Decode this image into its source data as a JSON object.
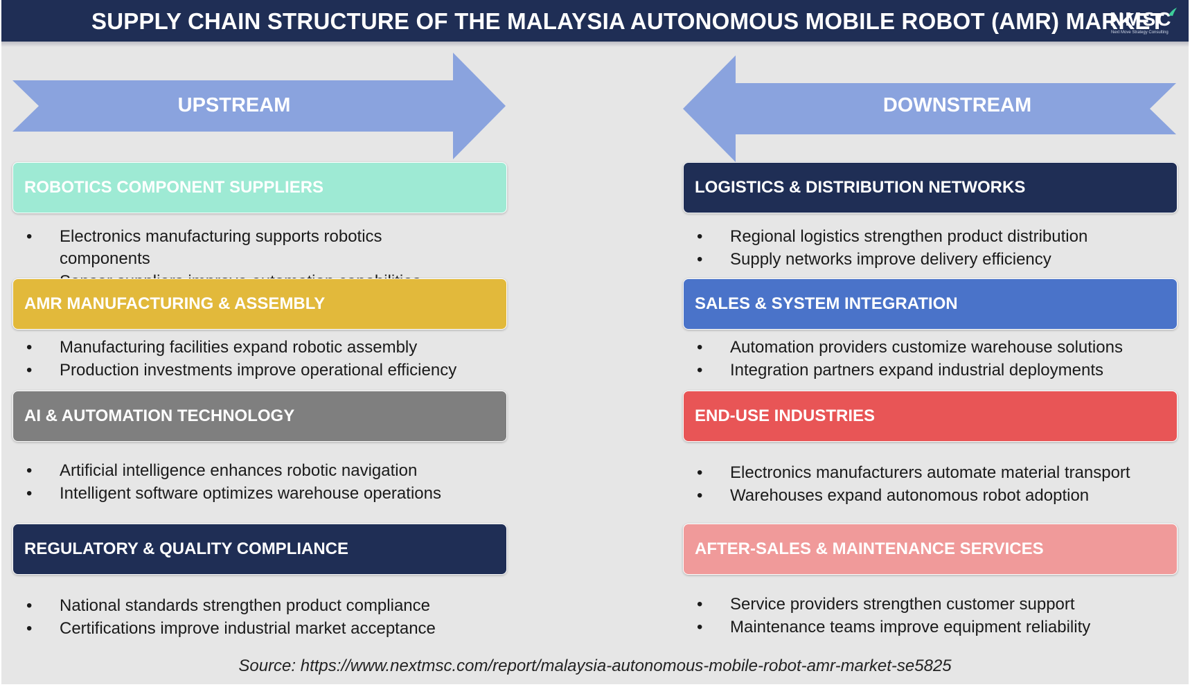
{
  "header": {
    "title": "SUPPLY CHAIN STRUCTURE OF THE MALAYSIA AUTONOMOUS MOBILE ROBOT (AMR) MARKET",
    "logo_text": "NMSC",
    "logo_tagline": "Next Move Strategy Consulting"
  },
  "colors": {
    "header_bg": "#1f2e55",
    "arrow": "#8aa3de",
    "mint": "#9eead4",
    "gold": "#e2b93b",
    "gray": "#7f7f7f",
    "navy": "#1f2e55",
    "blue": "#4a73c9",
    "red": "#e85556",
    "pink": "#f09a9a"
  },
  "upstream": {
    "label": "UPSTREAM",
    "stages": [
      {
        "title": "ROBOTICS COMPONENT SUPPLIERS",
        "bullets": [
          "Electronics manufacturing supports robotics components",
          "Sensor suppliers improve automation capabilities"
        ]
      },
      {
        "title": "AMR MANUFACTURING & ASSEMBLY",
        "bullets": [
          "Manufacturing facilities expand robotic assembly",
          "Production investments improve operational efficiency"
        ]
      },
      {
        "title": "AI & AUTOMATION TECHNOLOGY",
        "bullets": [
          "Artificial intelligence enhances robotic navigation",
          "Intelligent software optimizes warehouse operations"
        ]
      },
      {
        "title": "REGULATORY & QUALITY COMPLIANCE",
        "bullets": [
          "National standards strengthen product compliance",
          "Certifications improve industrial market acceptance"
        ]
      }
    ]
  },
  "downstream": {
    "label": "DOWNSTREAM",
    "stages": [
      {
        "title": "LOGISTICS & DISTRIBUTION NETWORKS",
        "bullets": [
          "Regional logistics strengthen product distribution",
          "Supply networks improve delivery efficiency"
        ]
      },
      {
        "title": "SALES & SYSTEM INTEGRATION",
        "bullets": [
          "Automation providers customize warehouse solutions",
          "Integration partners expand industrial deployments"
        ]
      },
      {
        "title": "END-USE INDUSTRIES",
        "bullets": [
          "Electronics manufacturers automate material transport",
          "Warehouses expand autonomous robot adoption"
        ]
      },
      {
        "title": "AFTER-SALES & MAINTENANCE SERVICES",
        "bullets": [
          "Service providers strengthen customer support",
          "Maintenance teams improve equipment reliability"
        ]
      }
    ]
  },
  "source": "Source: https://www.nextmsc.com/report/malaysia-autonomous-mobile-robot-amr-market-se5825"
}
